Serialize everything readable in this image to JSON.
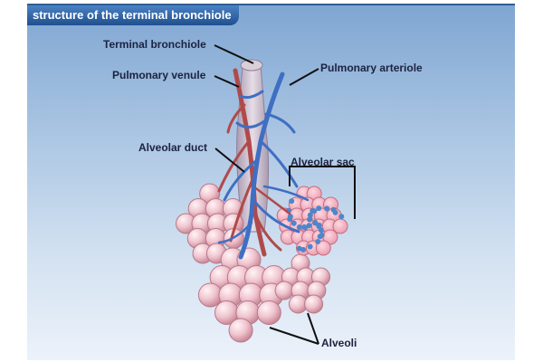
{
  "title": "structure of the terminal bronchiole",
  "labels": {
    "terminal_bronchiole": "Terminal bronchiole",
    "pulmonary_venule": "Pulmonary venule",
    "pulmonary_arteriole": "Pulmonary arteriole",
    "alveolar_duct": "Alveolar duct",
    "alveolar_sac": "Alveolar sac",
    "alveoli": "Alveoli"
  },
  "colors": {
    "artery": "#3f6fc3",
    "vein": "#b04a4a",
    "alveolus": "#f2c9d2",
    "alveolus_shade": "#c98a98",
    "bronchiole": "#c9b6c4",
    "background_top": "#7fa6d2",
    "title_bar": "#2f5d96"
  }
}
